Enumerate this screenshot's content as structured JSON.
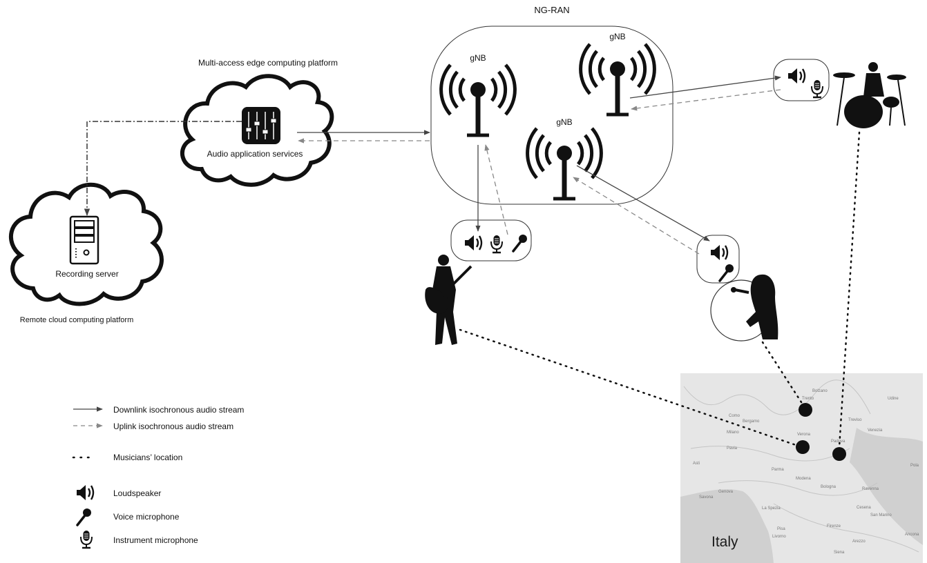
{
  "ngran": {
    "title": "NG-RAN",
    "gnb_labels": [
      "gNB",
      "gNB",
      "gNB"
    ]
  },
  "mec": {
    "title": "Multi-access edge computing platform",
    "service": "Audio application services",
    "mixer_icon": "mixer-sliders-icon"
  },
  "cloud": {
    "title": "Remote cloud computing platform",
    "server": "Recording server",
    "server_icon": "server-tower-icon"
  },
  "musicians": [
    {
      "role": "guitarist",
      "icons": [
        "loudspeaker-icon",
        "instrument-microphone-icon",
        "voice-microphone-icon"
      ]
    },
    {
      "role": "singer",
      "icons": [
        "loudspeaker-icon",
        "voice-microphone-icon"
      ]
    },
    {
      "role": "drummer",
      "icons": [
        "loudspeaker-icon",
        "instrument-microphone-icon"
      ]
    }
  ],
  "map": {
    "title": "Italy",
    "places": [
      "Bolzano",
      "Trento",
      "Udine",
      "Como",
      "Bergamo",
      "Milano",
      "Treviso",
      "Venezia",
      "Verona",
      "Padova",
      "Pavia",
      "Asti",
      "Parma",
      "Modena",
      "Bologna",
      "Ravenna",
      "Genova",
      "Cesena",
      "San Marino",
      "La Spezia",
      "Pisa",
      "Firenze",
      "Livorno",
      "Arezzo",
      "Ancona",
      "Siena",
      "Pola",
      "Savona"
    ]
  },
  "legend": [
    {
      "symbol": "solid-arrow",
      "label": "Downlink isochronous audio stream"
    },
    {
      "symbol": "dashed-arrow",
      "label": "Uplink isochronous audio stream"
    },
    {
      "symbol": "dotted-line",
      "label": "Musicians’ location"
    },
    {
      "symbol": "loudspeaker-icon",
      "label": "Loudspeaker"
    },
    {
      "symbol": "voice-microphone-icon",
      "label": "Voice microphone"
    },
    {
      "symbol": "instrument-microphone-icon",
      "label": "Instrument microphone"
    }
  ],
  "colors": {
    "line": "#111111",
    "dashed": "#777777",
    "map_bg": "#e6e6e6",
    "map_sea": "#cfcfcf"
  }
}
